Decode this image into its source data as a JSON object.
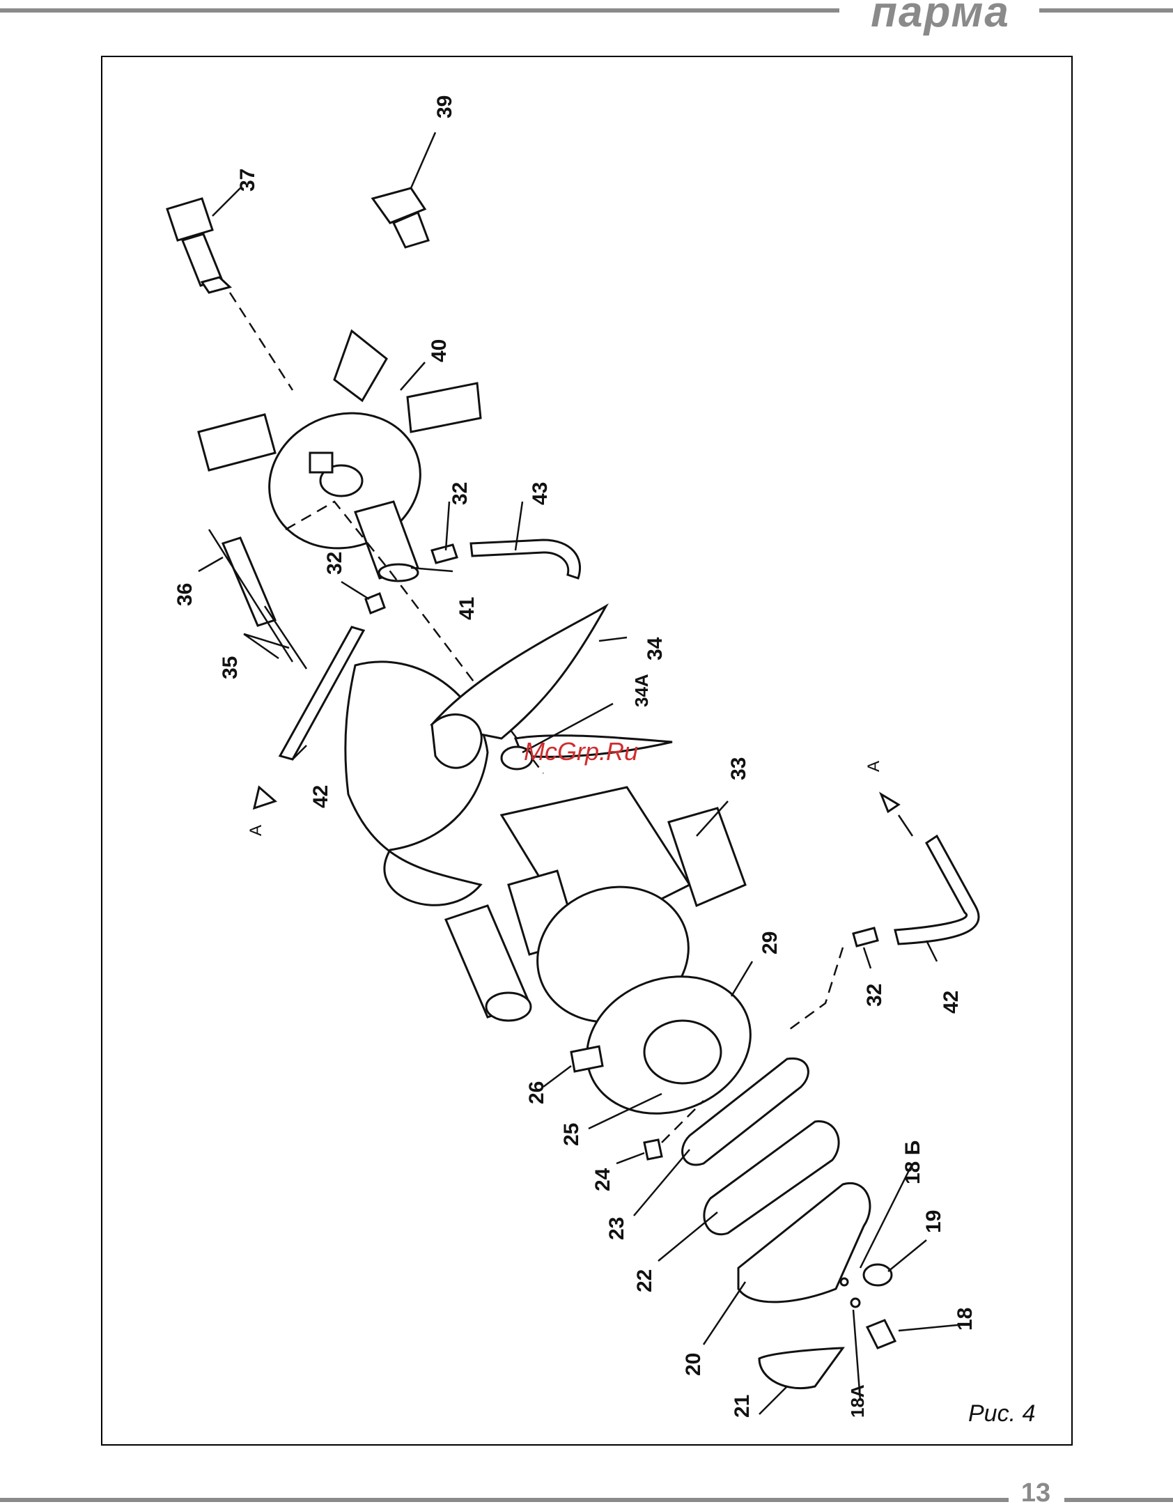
{
  "header": {
    "brand": "парма"
  },
  "footer": {
    "page_number": "13"
  },
  "figure": {
    "caption": "Рис. 4",
    "watermark": "McGrp.Ru",
    "labels": [
      "37",
      "39",
      "40",
      "32",
      "43",
      "36",
      "32",
      "41",
      "35",
      "34",
      "34А",
      "42",
      "А",
      "33",
      "29",
      "А",
      "32",
      "42",
      "26",
      "25",
      "24",
      "23",
      "18 Б",
      "22",
      "19",
      "18",
      "20",
      "18А",
      "21"
    ]
  }
}
